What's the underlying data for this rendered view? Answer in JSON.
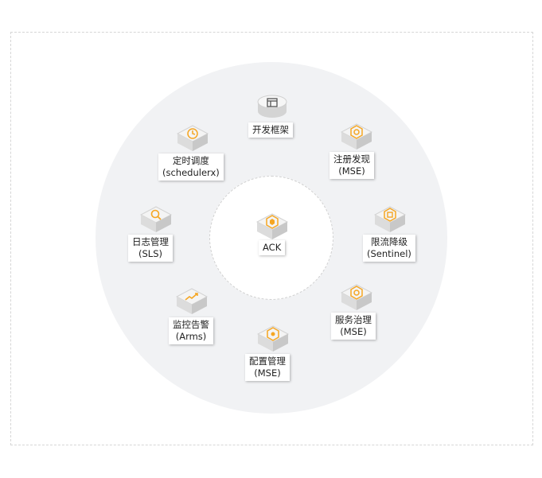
{
  "center": {
    "line1": "ACK",
    "icon": "ack-icon"
  },
  "nodes": [
    {
      "id": "framework",
      "line1": "开发框架",
      "line2": "",
      "icon": "framework-icon"
    },
    {
      "id": "registry",
      "line1": "注册发现",
      "line2": "(MSE)",
      "icon": "registry-icon"
    },
    {
      "id": "sentinel",
      "line1": "限流降级",
      "line2": "(Sentinel)",
      "icon": "sentinel-icon"
    },
    {
      "id": "governance",
      "line1": "服务治理",
      "line2": "(MSE)",
      "icon": "governance-icon"
    },
    {
      "id": "config",
      "line1": "配置管理",
      "line2": "(MSE)",
      "icon": "config-icon"
    },
    {
      "id": "arms",
      "line1": "监控告警",
      "line2": "(Arms)",
      "icon": "monitoring-icon"
    },
    {
      "id": "sls",
      "line1": "日志管理",
      "line2": "(SLS)",
      "icon": "log-icon"
    },
    {
      "id": "schedulerx",
      "line1": "定时调度",
      "line2": "(schedulerx)",
      "icon": "scheduler-icon"
    }
  ],
  "colors": {
    "accent": "#f5a623",
    "ring": "#f1f2f4",
    "frame_border": "#d6d6d6",
    "gray_icon": "#555555"
  }
}
